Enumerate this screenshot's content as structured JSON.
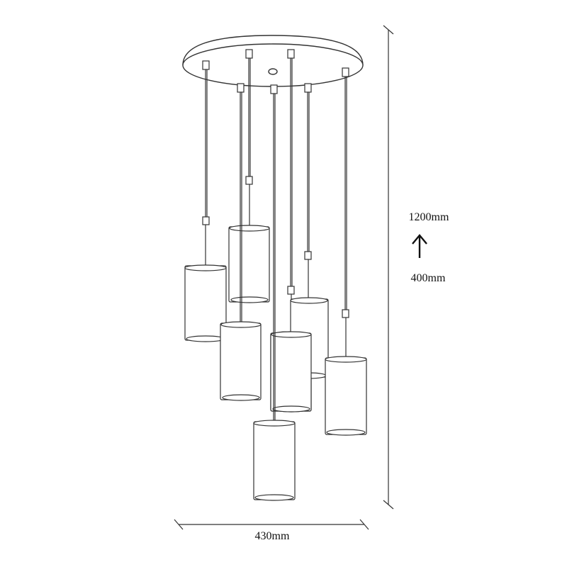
{
  "dimensions": {
    "height_max": "1200mm",
    "height_min": "400mm",
    "width": "430mm"
  },
  "pendant_count": 7,
  "colors": {
    "line": "#333333",
    "background": "#ffffff"
  }
}
